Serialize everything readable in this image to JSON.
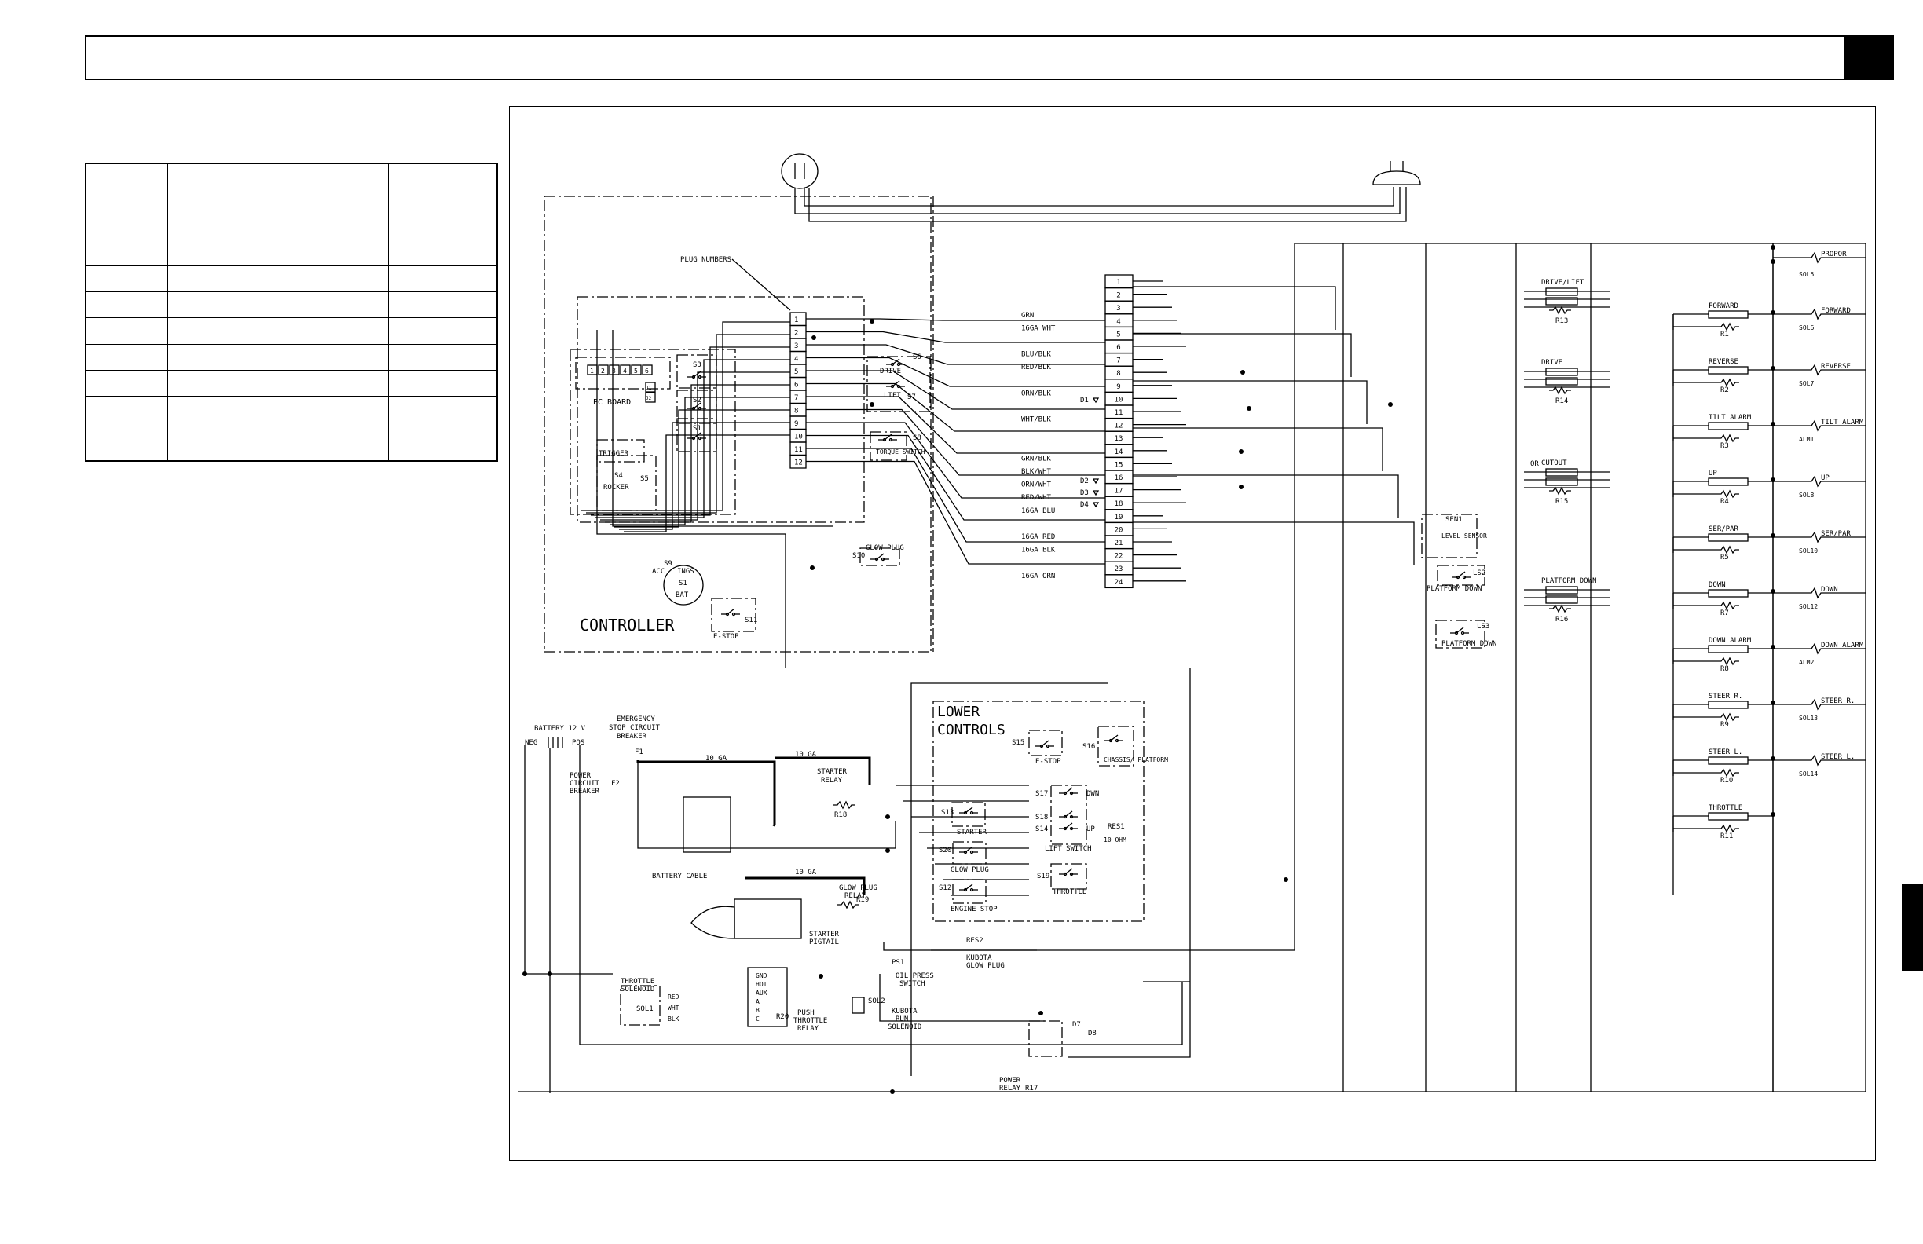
{
  "controller": {
    "plug_numbers_label": "PLUG NUMBERS",
    "pc_board_label": "PC BOARD",
    "controller_label": "CONTROLLER",
    "trigger_label": "TRIGGER",
    "rocker_label": "ROCKER",
    "drive_label": "DRIVE",
    "lift_label": "LIFT",
    "torque_switch_label": "TORQUE SWITCH",
    "glow_plug_label": "GLOW PLUG",
    "estop_label": "E-STOP",
    "acc_label": "ACC",
    "ing_label": "INGS",
    "bat_label": "BAT",
    "plugs": [
      "1",
      "2",
      "3",
      "4",
      "5",
      "6",
      "7",
      "8",
      "9",
      "10",
      "11",
      "12"
    ],
    "switch_labels": [
      "S3",
      "S2",
      "S1",
      "S4",
      "S5",
      "S6",
      "S7",
      "S8",
      "S9",
      "S10",
      "S11"
    ],
    "pc_pins": [
      "1",
      "2",
      "3",
      "4",
      "5",
      "6"
    ],
    "pc_side_pins": [
      "J1",
      "J2"
    ]
  },
  "terminal_strip": {
    "terminals": [
      "1",
      "2",
      "3",
      "4",
      "5",
      "6",
      "7",
      "8",
      "9",
      "10",
      "11",
      "12",
      "13",
      "14",
      "15",
      "16",
      "17",
      "18",
      "19",
      "20",
      "21",
      "22",
      "23",
      "24"
    ]
  },
  "wire_labels": [
    {
      "label": "GRN",
      "row": 4
    },
    {
      "label": "16GA WHT",
      "row": 5
    },
    {
      "label": "BLU/BLK",
      "row": 7
    },
    {
      "label": "RED/BLK",
      "row": 8
    },
    {
      "label": "ORN/BLK",
      "row": 10
    },
    {
      "label": "WHT/BLK",
      "row": 12
    },
    {
      "label": "GRN/BLK",
      "row": 15
    },
    {
      "label": "BLK/WHT",
      "row": 16
    },
    {
      "label": "ORN/WHT",
      "row": 17
    },
    {
      "label": "RED/WHT",
      "row": 18
    },
    {
      "label": "16GA BLU",
      "row": 19
    },
    {
      "label": "16GA RED",
      "row": 21
    },
    {
      "label": "16GA BLK",
      "row": 22
    },
    {
      "label": "16GA ORN",
      "row": 24
    }
  ],
  "diodes": [
    "D1",
    "D2",
    "D3",
    "D4"
  ],
  "relays_right": [
    {
      "name": "FORWARD",
      "relay": "R1",
      "load": "FORWARD",
      "sol": "SOL6"
    },
    {
      "name": "REVERSE",
      "relay": "R2",
      "load": "REVERSE",
      "sol": "SOL7"
    },
    {
      "name": "TILT ALARM",
      "relay": "R3",
      "load": "TILT ALARM",
      "sol": "ALM1"
    },
    {
      "name": "UP",
      "relay": "R4",
      "load": "UP",
      "sol": "SOL8"
    },
    {
      "name": "SER/PAR",
      "relay": "R5",
      "load": "SER/PAR",
      "sol": "SOL10"
    },
    {
      "name": "DOWN",
      "relay": "R7",
      "load": "DOWN",
      "sol": "SOL12"
    },
    {
      "name": "DOWN ALARM",
      "relay": "R8",
      "load": "DOWN ALARM",
      "sol": "ALM2"
    },
    {
      "name": "STEER R.",
      "relay": "R9",
      "load": "STEER R.",
      "sol": "SOL13"
    },
    {
      "name": "STEER L.",
      "relay": "R10",
      "load": "STEER L.",
      "sol": "SOL14"
    },
    {
      "name": "THROTTLE",
      "relay": "R11",
      "load": "",
      "sol": ""
    }
  ],
  "propor": {
    "load": "PROPOR",
    "sol": "SOL5"
  },
  "relays_mid": [
    {
      "name": "DRIVE/LIFT",
      "relay": "R13"
    },
    {
      "name": "DRIVE",
      "relay": "R14"
    },
    {
      "name": "CUTOUT",
      "relay": "R15"
    },
    {
      "name": "PLATFORM DOWN",
      "relay": "R16"
    }
  ],
  "mid_labels": {
    "or_label": "OR",
    "sen_label": "SEN1",
    "level_sensor": "LEVEL SENSOR",
    "ls2": "LS2",
    "platform_down_1": "PLATFORM DOWN",
    "ls3": "LS3",
    "platform_down_2": "PLATFORM DOWN"
  },
  "lower_controls": {
    "title_1": "LOWER",
    "title_2": "CONTROLS",
    "s15": "S15",
    "estop": "E-STOP",
    "s16": "S16",
    "chassis": "CHASSIS/ PLATFORM",
    "s13": "S13",
    "starter": "STARTER",
    "s17": "S17",
    "dwn": "DWN",
    "s18": "S18",
    "up": "UP",
    "s14": "S14",
    "lift_switch": "LIFT SWITCH",
    "res1": "RES1",
    "ohm": "10 OHM",
    "s20": "S20",
    "glow_plug": "GLOW PLUG",
    "s12": "S12",
    "engine_stop": "ENGINE STOP",
    "s19": "S19",
    "throttle": "THROTTLE"
  },
  "engine": {
    "battery": "BATTERY 12 V",
    "neg": "NEG",
    "pos": "POS",
    "emergency_1": "EMERGENCY",
    "emergency_2": "STOP CIRCUIT",
    "emergency_3": "BREAKER",
    "f1": "F1",
    "power_1": "POWER",
    "power_2": "CIRCUIT",
    "power_3": "BREAKER",
    "f2": "F2",
    "ga10a": "10 GA",
    "ga10b": "10 GA",
    "ga10c": "10 GA",
    "starter_relay_1": "STARTER",
    "starter_relay_2": "RELAY",
    "r18": "R18",
    "battery_cable": "BATTERY CABLE",
    "glow_relay_1": "GLOW PLUG",
    "glow_relay_2": "RELAY",
    "r19": "R19",
    "starter_pigtail_1": "STARTER",
    "starter_pigtail_2": "PIGTAIL",
    "res2": "RES2",
    "kubota_glow_1": "KUBOTA",
    "kubota_glow_2": "GLOW PLUG",
    "ps1": "PS1",
    "oil_1": "OIL PRESS",
    "oil_2": "SWITCH",
    "sol2": "SOL2",
    "kubota_run_1": "KUBOTA",
    "kubota_run_2": "RUN",
    "kubota_run_3": "SOLENOID",
    "throttle_sol_1": "THROTTLE",
    "throttle_sol_2": "SOLENOID",
    "sol1": "SOL1",
    "red": "RED",
    "wht": "WHT",
    "blk": "BLK",
    "push_1": "PUSH",
    "push_2": "THROTTLE",
    "push_3": "RELAY",
    "r20": "R20",
    "pins": [
      "GND",
      "HOT",
      "AUX",
      "A",
      "B",
      "C"
    ],
    "d7": "D7",
    "d8": "D8",
    "power_relay_1": "POWER",
    "power_relay_2": "RELAY",
    "r17": "R17"
  }
}
